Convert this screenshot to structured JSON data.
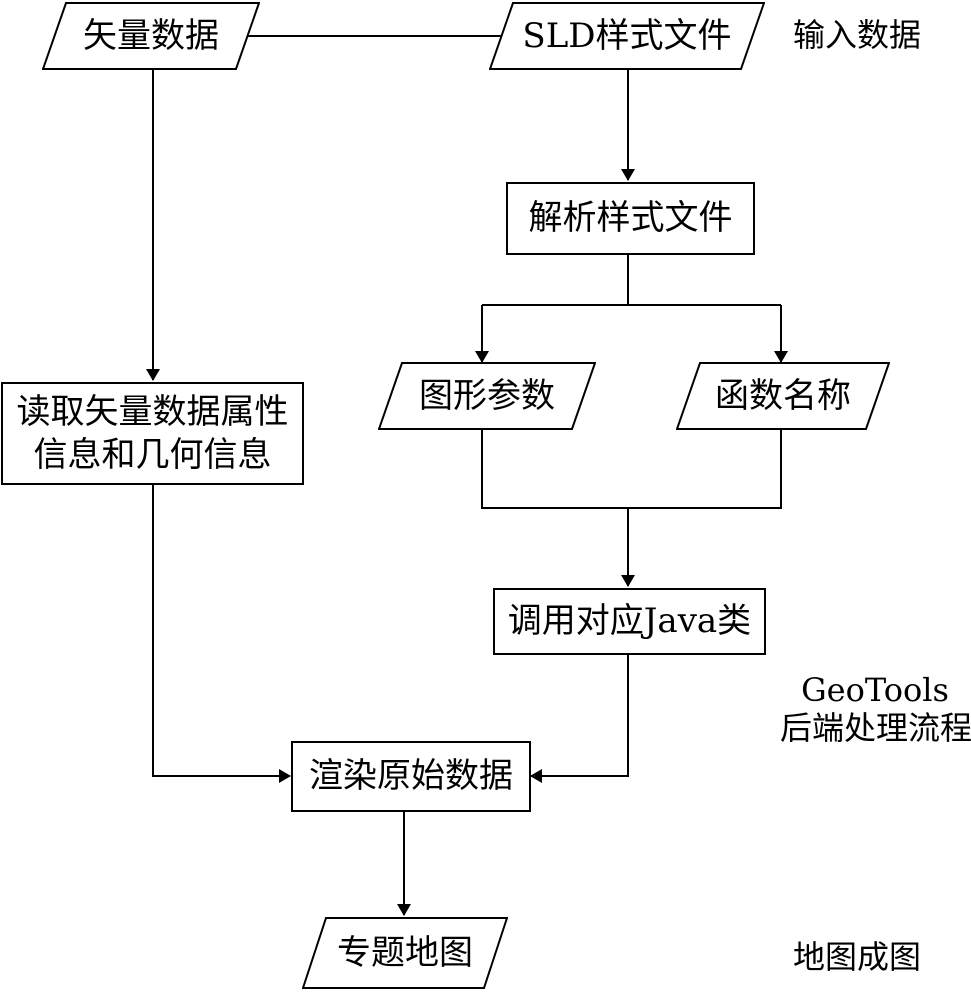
{
  "nodes": {
    "vector_data": "矢量数据",
    "sld_file": "SLD样式文件",
    "parse_style": "解析样式文件",
    "graphic_params": "图形参数",
    "function_name": "函数名称",
    "read_attrs_line1": "读取矢量数据属性",
    "read_attrs_line2": "信息和几何信息",
    "call_java": "调用对应Java类",
    "render_raw": "渲染原始数据",
    "thematic_map": "专题地图"
  },
  "side_labels": {
    "input_data": "输入数据",
    "geotools_line1": "GeoTools",
    "geotools_line2": "后端处理流程",
    "map_output": "地图成图"
  }
}
